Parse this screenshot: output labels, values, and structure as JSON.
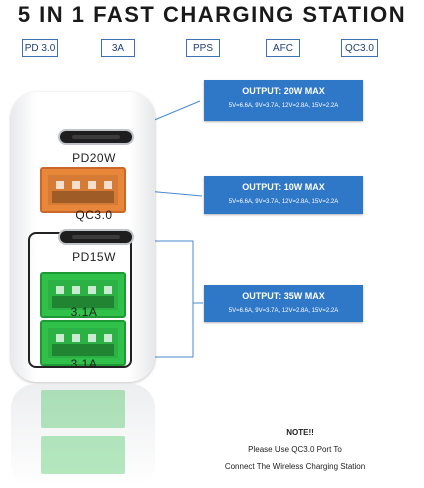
{
  "title": "5 IN 1 FAST CHARGING STATION",
  "tags": [
    "PD 3.0",
    "3A",
    "PPS",
    "AFC",
    "QC3.0"
  ],
  "ports": [
    {
      "type": "USB-C",
      "label": "PD20W"
    },
    {
      "type": "USB-A",
      "label": "QC3.0",
      "color": "#e8863a"
    },
    {
      "type": "USB-C",
      "label": "PD15W"
    },
    {
      "type": "USB-A",
      "label": "3.1A",
      "color": "#2fc14a"
    },
    {
      "type": "USB-A",
      "label": "3.1A",
      "color": "#2fc14a"
    }
  ],
  "outputs": [
    {
      "head": "OUTPUT: 20W MAX",
      "spec": "5V=6.6A, 9V=3.7A, 12V=2.8A, 15V=2.2A"
    },
    {
      "head": "OUTPUT: 10W MAX",
      "spec": "5V=6.6A, 9V=3.7A, 12V=2.8A, 15V=2.2A"
    },
    {
      "head": "OUTPUT: 35W MAX",
      "spec": "5V=6.6A, 9V=3.7A, 12V=2.8A, 15V=2.2A"
    }
  ],
  "note": {
    "line1": "NOTE!!",
    "line2": "Please Use QC3.0 Port To",
    "line3": "Connect The Wireless Charging Station"
  },
  "colors": {
    "accent": "#2f78c8",
    "orange_port": "#e8863a",
    "green_port": "#2fc14a"
  }
}
